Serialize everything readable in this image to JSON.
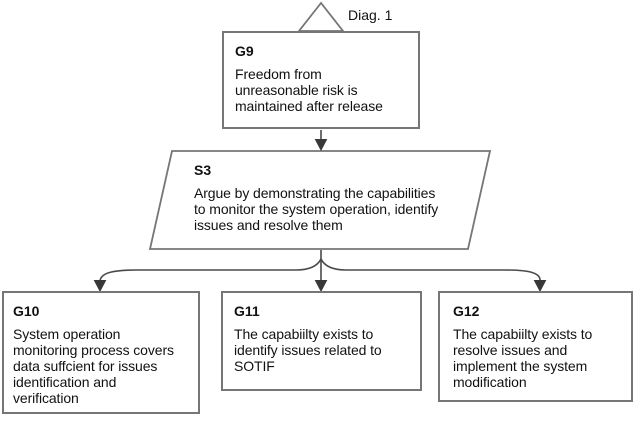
{
  "diagram": {
    "module_label": "Diag. 1",
    "colors": {
      "border": "#767676",
      "line": "#4a4a4a",
      "arrow": "#383838",
      "text": "#111111",
      "background": "#ffffff"
    },
    "nodes": {
      "g9": {
        "id": "G9",
        "type": "goal",
        "text": "Freedom from\nunreasonable risk is\nmaintained after release"
      },
      "s3": {
        "id": "S3",
        "type": "strategy",
        "text": "Argue by demonstrating the capabilities\nto monitor the system operation, identify\nissues and resolve them"
      },
      "g10": {
        "id": "G10",
        "type": "goal",
        "text": "System operation\nmonitoring process covers\ndata suffcient for issues\nidentification and\nverification"
      },
      "g11": {
        "id": "G11",
        "type": "goal",
        "text": "The capabiilty exists to\nidentify issues related to\nSOTIF"
      },
      "g12": {
        "id": "G12",
        "type": "goal",
        "text": "The capabiilty exists to\nresolve issues and\nimplement the system\nmodification"
      }
    },
    "edges": [
      {
        "from": "G9",
        "to": "S3"
      },
      {
        "from": "S3",
        "to": "G10"
      },
      {
        "from": "S3",
        "to": "G11"
      },
      {
        "from": "S3",
        "to": "G12"
      }
    ]
  }
}
